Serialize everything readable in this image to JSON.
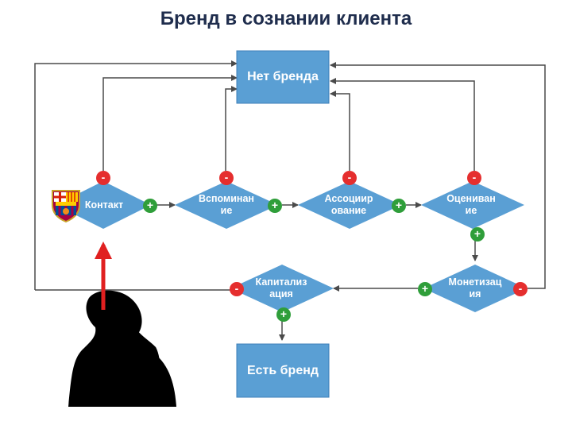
{
  "title": "Бренд в сознании клиента",
  "colors": {
    "box": "#5a9fd4",
    "box_border": "#3d7fb8",
    "line": "#4a4a4a",
    "minus": "#e52e2e",
    "plus": "#2f9e3a",
    "red_arrow": "#e02020"
  },
  "top_box": {
    "label": "Нет бренда"
  },
  "bottom_box": {
    "label": "Есть бренд"
  },
  "steps": [
    {
      "label": "Контакт"
    },
    {
      "label": "Вспоминание"
    },
    {
      "label": "Ассоциирование"
    },
    {
      "label": "Оценивание"
    },
    {
      "label": "Монетизация"
    },
    {
      "label": "Капитализация"
    }
  ],
  "signs": {
    "minus": "-",
    "plus": "+"
  },
  "icons": [
    "fc-barcelona-logo-icon",
    "person-silhouette-icon"
  ]
}
